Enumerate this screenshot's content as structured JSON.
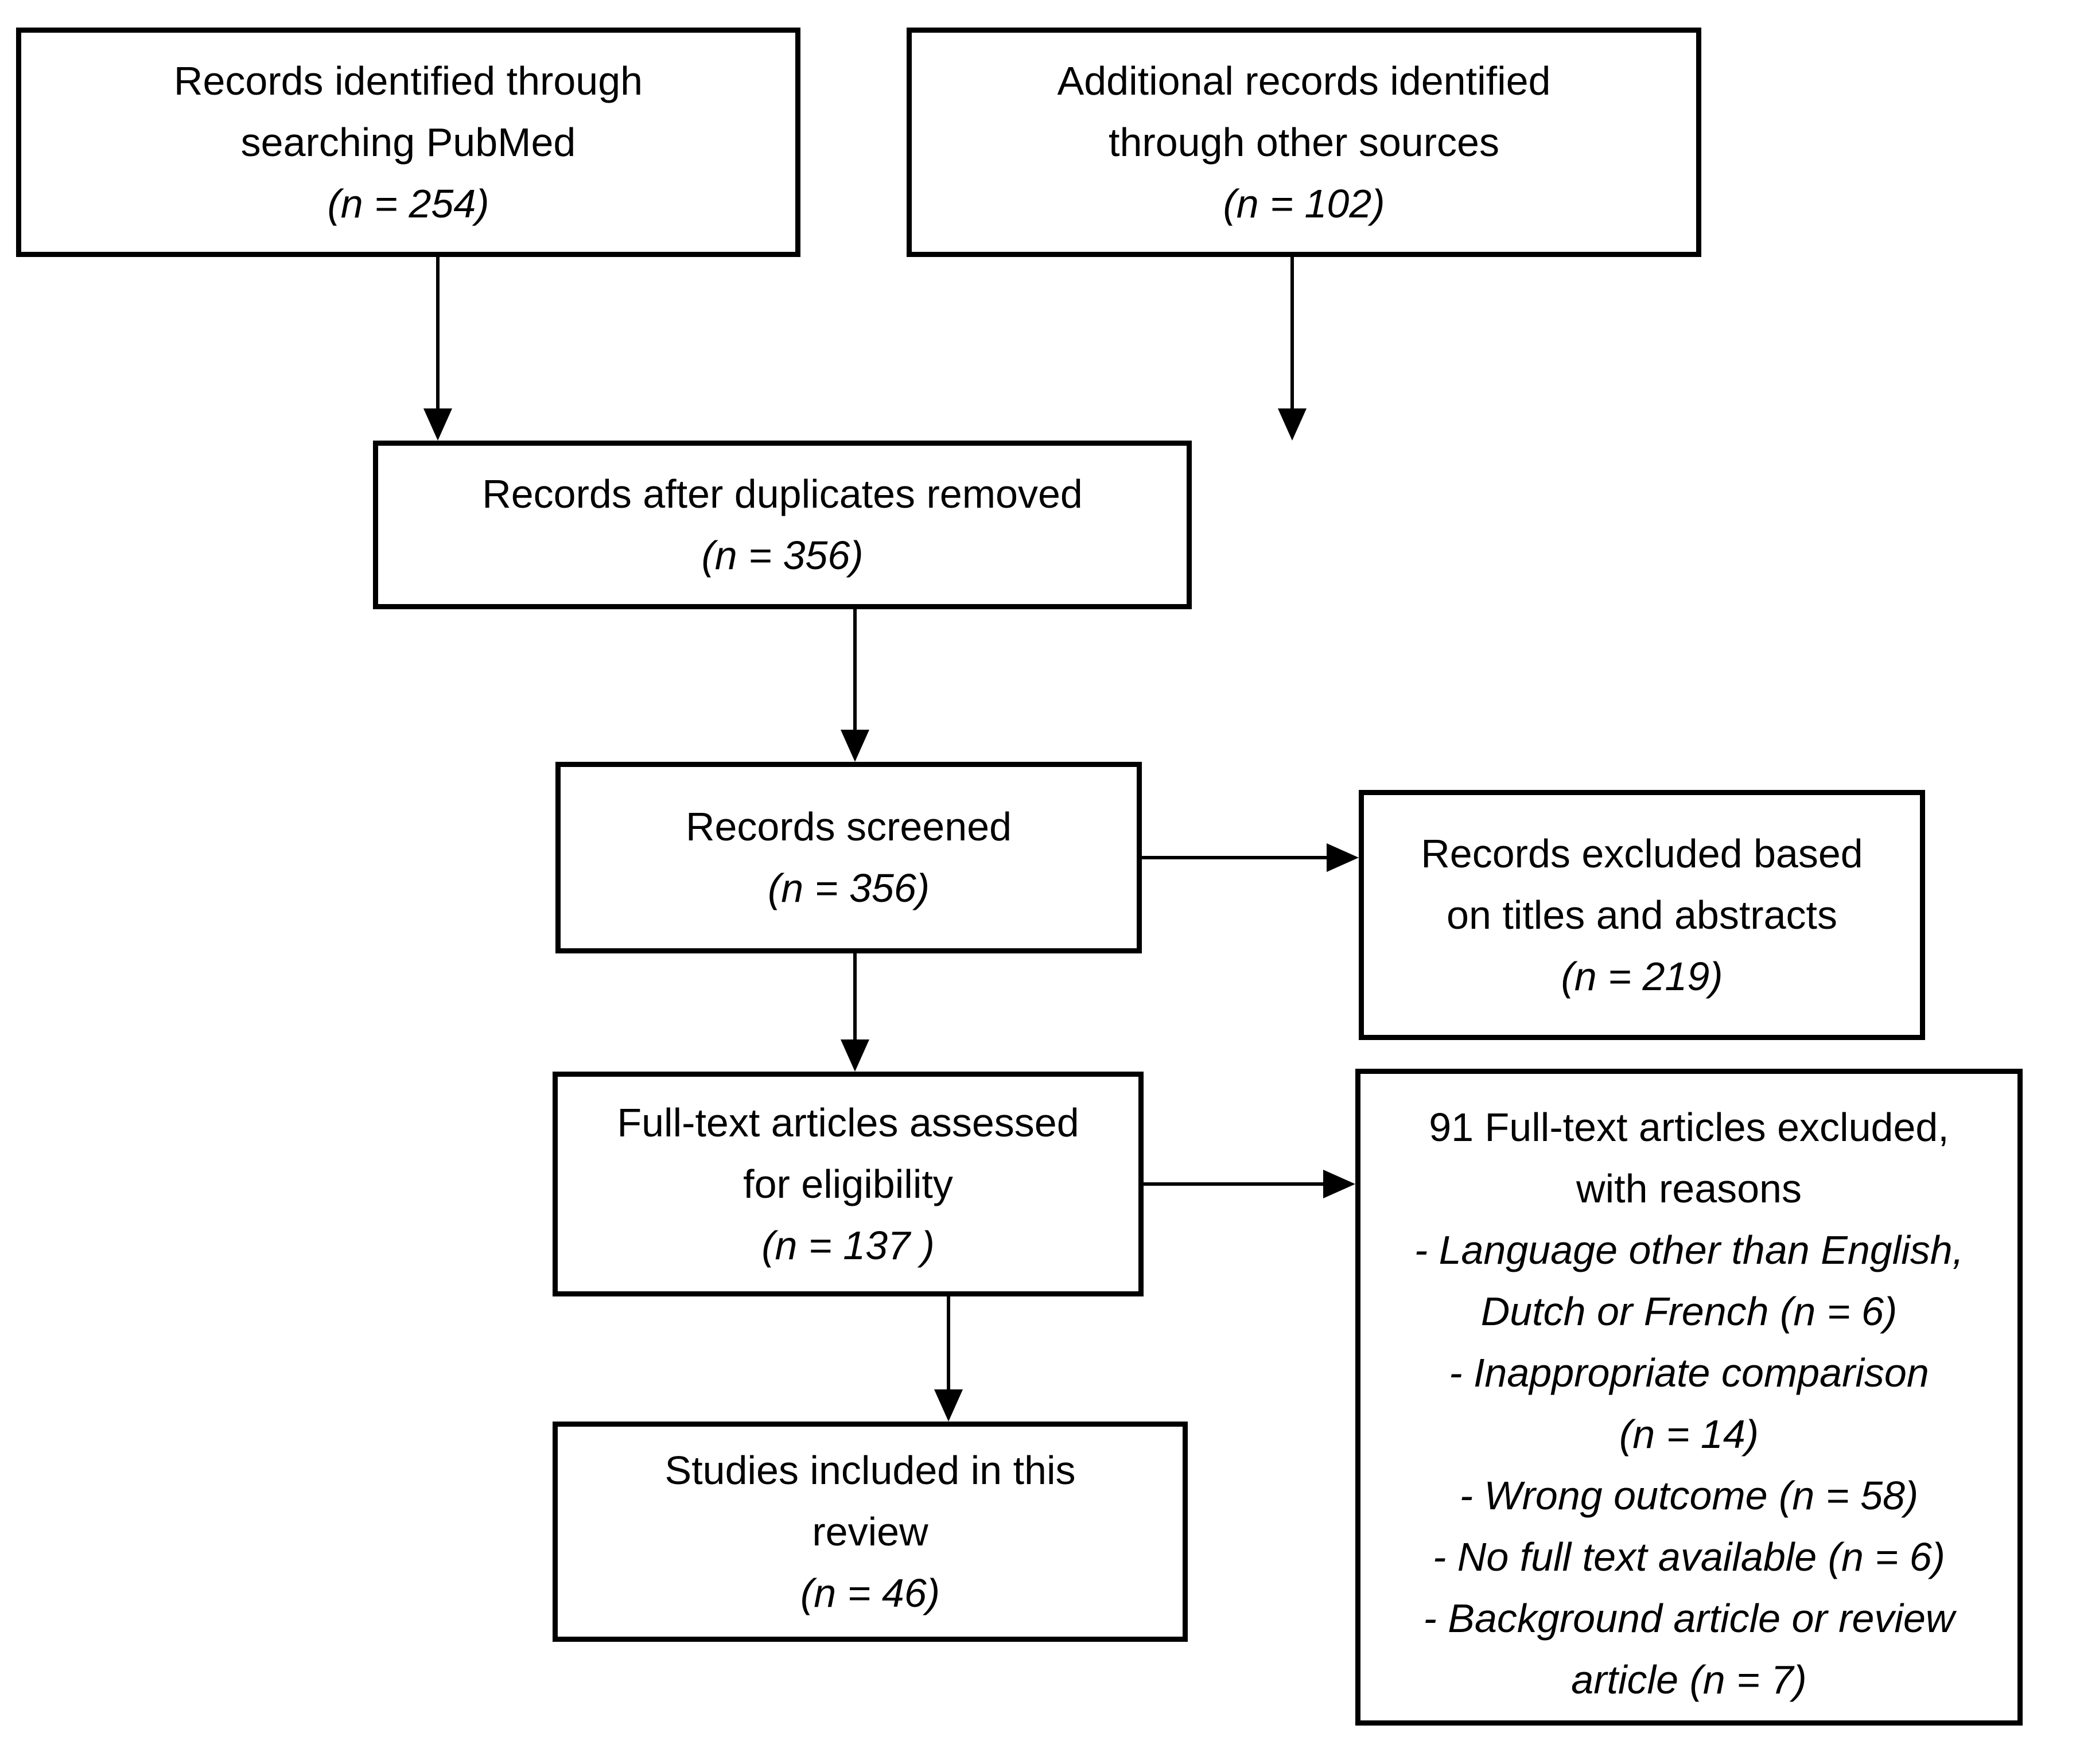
{
  "figure": {
    "type": "prisma-flow-diagram",
    "colors": {
      "line": "#000000",
      "background": "#ffffff",
      "text": "#000000"
    },
    "boxes": {
      "identified_pubmed": {
        "lines": [
          "Records identified through",
          "searching PubMed"
        ],
        "n": "(n =  254)"
      },
      "identified_other_sources": {
        "lines": [
          "Additional records identified",
          "through other sources"
        ],
        "n": "(n = 102)"
      },
      "after_duplicates_removed": {
        "lines": [
          "Records after duplicates removed"
        ],
        "n": "(n = 356)"
      },
      "records_screened": {
        "lines": [
          "Records screened"
        ],
        "n": "(n = 356)"
      },
      "records_excluded": {
        "lines": [
          "Records excluded based",
          "on titles and abstracts"
        ],
        "n": "(n = 219)"
      },
      "fulltext_assessed": {
        "lines": [
          "Full-text articles assessed",
          "for eligibility"
        ],
        "n": "(n =  137 )"
      },
      "fulltext_excluded": {
        "title_lines": [
          "91 Full-text articles excluded,",
          "with reasons"
        ],
        "reason_lines": [
          "- Language other than English,",
          "Dutch or French (n = 6)",
          "- Inappropriate comparison",
          "(n = 14)",
          "- Wrong outcome (n = 58)",
          "- No full text available (n = 6)",
          "- Background article or review",
          "article (n = 7)"
        ]
      },
      "studies_included": {
        "lines": [
          "Studies included in this",
          "review"
        ],
        "n": "(n = 46)"
      }
    }
  }
}
